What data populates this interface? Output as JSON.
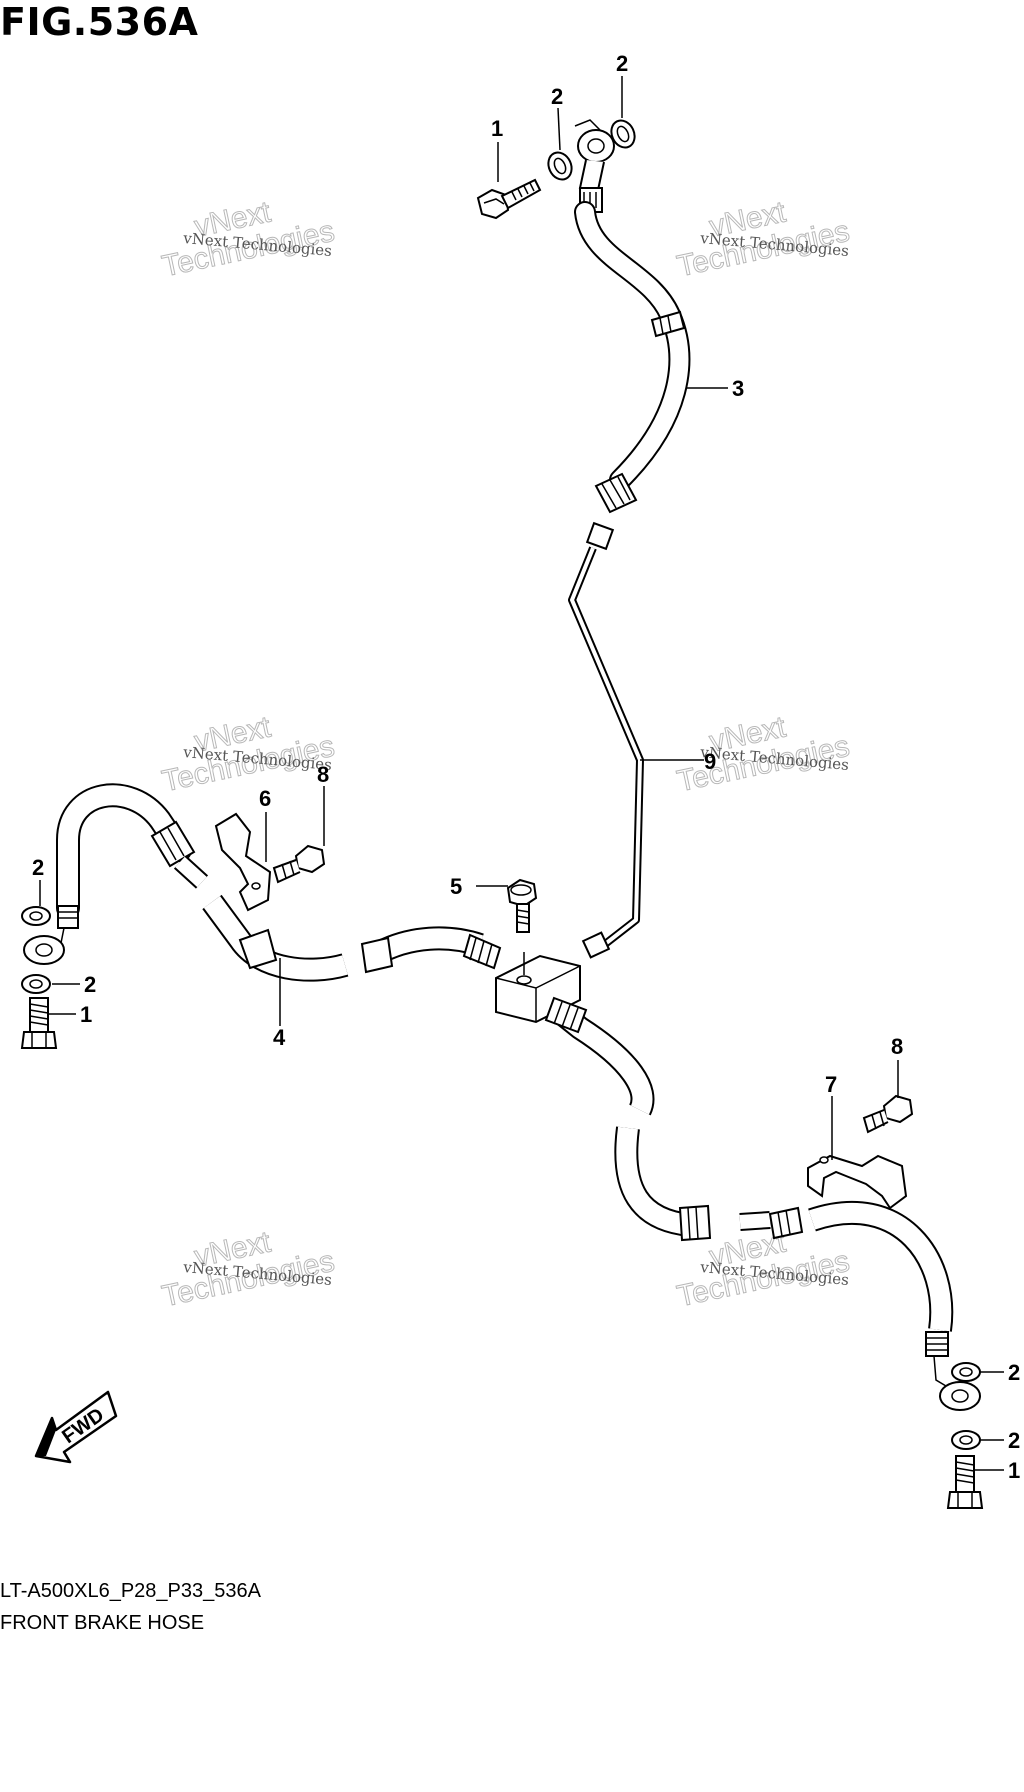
{
  "figure": {
    "title": "FIG.536A",
    "model_code": "LT-A500XL6_P28_P33_536A",
    "name": "FRONT BRAKE HOSE"
  },
  "watermark": {
    "line_small": "vNext Technologies",
    "line_big_1": "vNext",
    "line_big_2": "Technologies"
  },
  "direction_label": "FWD",
  "callouts": {
    "top_bolt": "1",
    "top_washer_left": "2",
    "top_washer_right": "2",
    "hose_upper": "3",
    "pipe": "9",
    "left_clamp": "6",
    "left_clamp_bolt": "8",
    "left_hose": "4",
    "left_washer_upper": "2",
    "left_washer_lower": "2",
    "left_bolt": "1",
    "joint_bolt": "5",
    "right_clamp": "7",
    "right_clamp_bolt": "8",
    "right_washer_upper": "2",
    "right_washer_lower": "2",
    "right_bolt": "1"
  }
}
